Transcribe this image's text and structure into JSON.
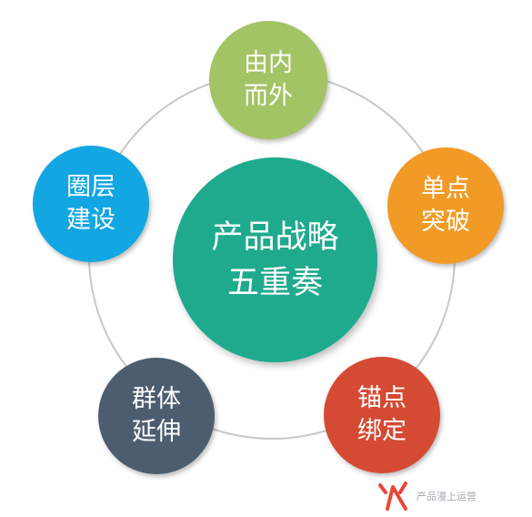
{
  "diagram": {
    "center": {
      "line1": "产品战略",
      "line2": "五重奏",
      "color": "#1faa8e"
    },
    "nodes": [
      {
        "line1": "由内",
        "line2": "而外",
        "color": "#a3c465"
      },
      {
        "line1": "单点",
        "line2": "突破",
        "color": "#f29a26"
      },
      {
        "line1": "锚点",
        "line2": "绑定",
        "color": "#d44a33"
      },
      {
        "line1": "群体",
        "line2": "延伸",
        "color": "#4d5d70"
      },
      {
        "line1": "圈层",
        "line2": "建设",
        "color": "#12a6e2"
      }
    ],
    "ring_color": "#c8c8c8"
  },
  "watermark": {
    "text": "产品漫上运营",
    "logo_icon": "fire-logo-icon",
    "logo_color": "#e8463a"
  }
}
